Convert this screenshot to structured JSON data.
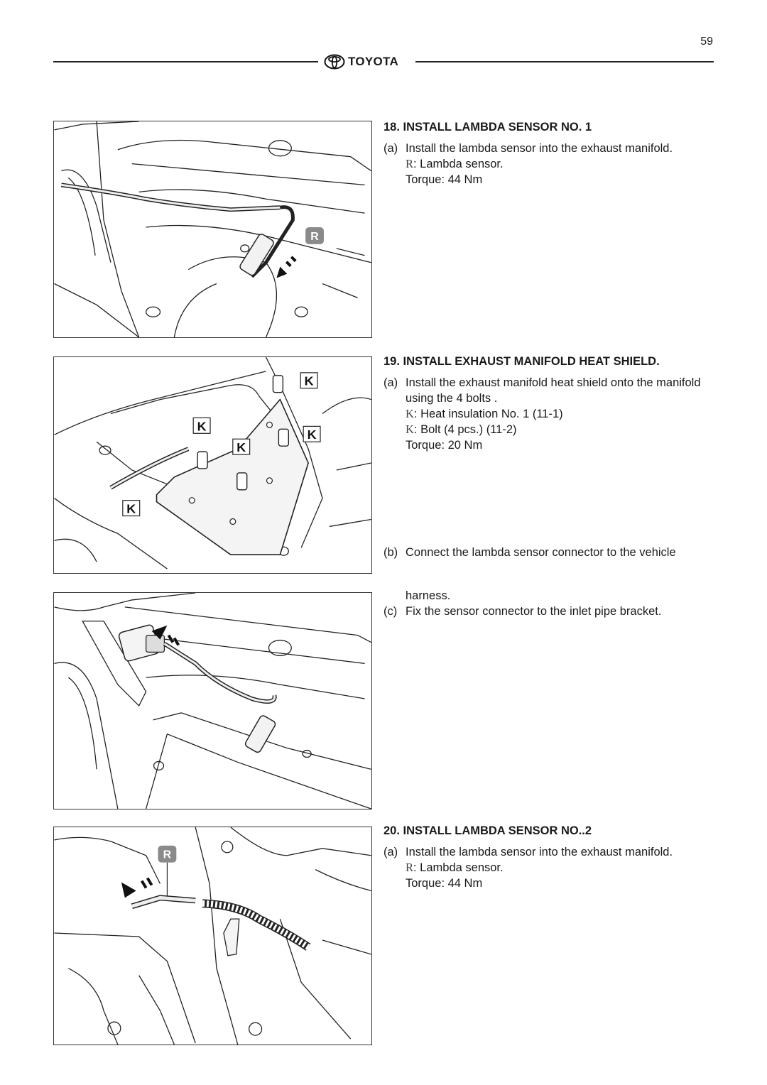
{
  "page": {
    "number": "59",
    "brand": "TOYOTA"
  },
  "sections": [
    {
      "title": "18. INSTALL LAMBDA SENSOR NO. 1",
      "steps": [
        {
          "tag": "(a)",
          "text": "Install the lambda sensor into the exhaust manifold.",
          "ref_label": "R",
          "ref_text": ": Lambda sensor.",
          "torque": "Torque: 44 Nm"
        }
      ]
    },
    {
      "title": "19. INSTALL EXHAUST MANIFOLD HEAT SHIELD.",
      "steps": [
        {
          "tag": "(a)",
          "text": "Install the exhaust manifold heat shield onto the manifold using the 4 bolts .",
          "ref1_label": "K",
          "ref1_text": ": Heat insulation No. 1 (11-1)",
          "ref2_label": "K",
          "ref2_text": ": Bolt (4 pcs.) (11-2)",
          "torque": "Torque: 20 Nm"
        },
        {
          "tag": "(b)",
          "text": "Connect the lambda sensor connector to the vehicle",
          "text_cont": "harness."
        },
        {
          "tag": "(c)",
          "text": "Fix the sensor connector to the inlet pipe bracket."
        }
      ]
    },
    {
      "title": "20. INSTALL LAMBDA SENSOR NO..2",
      "steps": [
        {
          "tag": "(a)",
          "text": "Install the lambda sensor into the exhaust manifold.",
          "ref_label": "R",
          "ref_text": ": Lambda sensor.",
          "torque": "Torque: 44 Nm"
        }
      ]
    }
  ],
  "figures": {
    "fig1_callout": "R",
    "fig2_callout": "K",
    "fig4_callout": "R"
  }
}
